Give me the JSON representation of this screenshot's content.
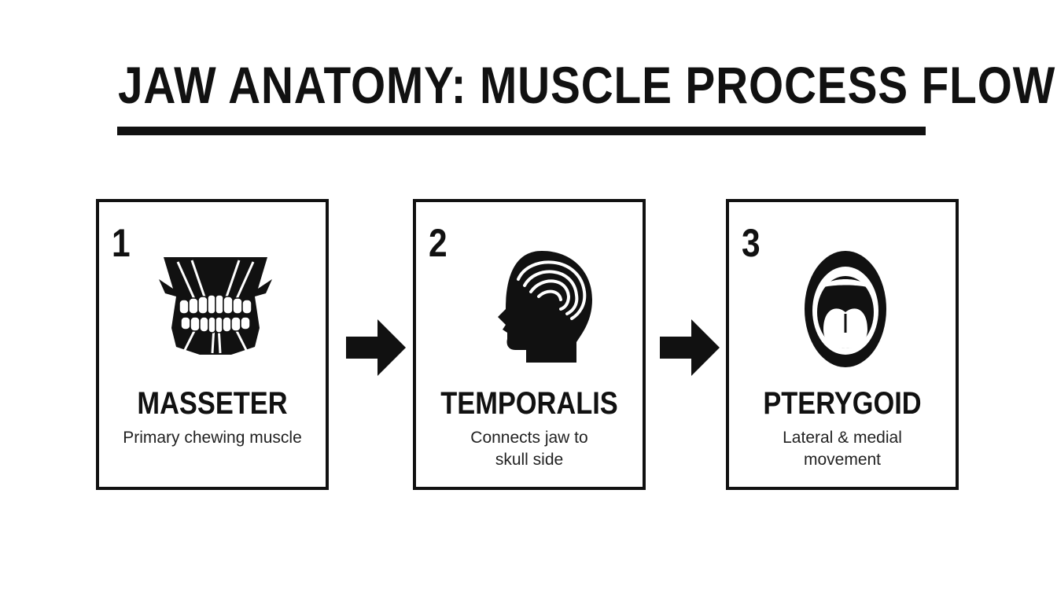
{
  "title": "JAW ANATOMY: MUSCLE PROCESS FLOW",
  "colors": {
    "ink": "#111111",
    "background": "#ffffff"
  },
  "steps": [
    {
      "number": "1",
      "name": "MASSETER",
      "description": "Primary chewing muscle",
      "icon": "jaw-teeth-icon"
    },
    {
      "number": "2",
      "name": "TEMPORALIS",
      "description": "Connects jaw to skull side",
      "icon": "head-profile-icon"
    },
    {
      "number": "3",
      "name": "PTERYGOID",
      "description": "Lateral & medial movement",
      "icon": "open-mouth-icon"
    }
  ]
}
